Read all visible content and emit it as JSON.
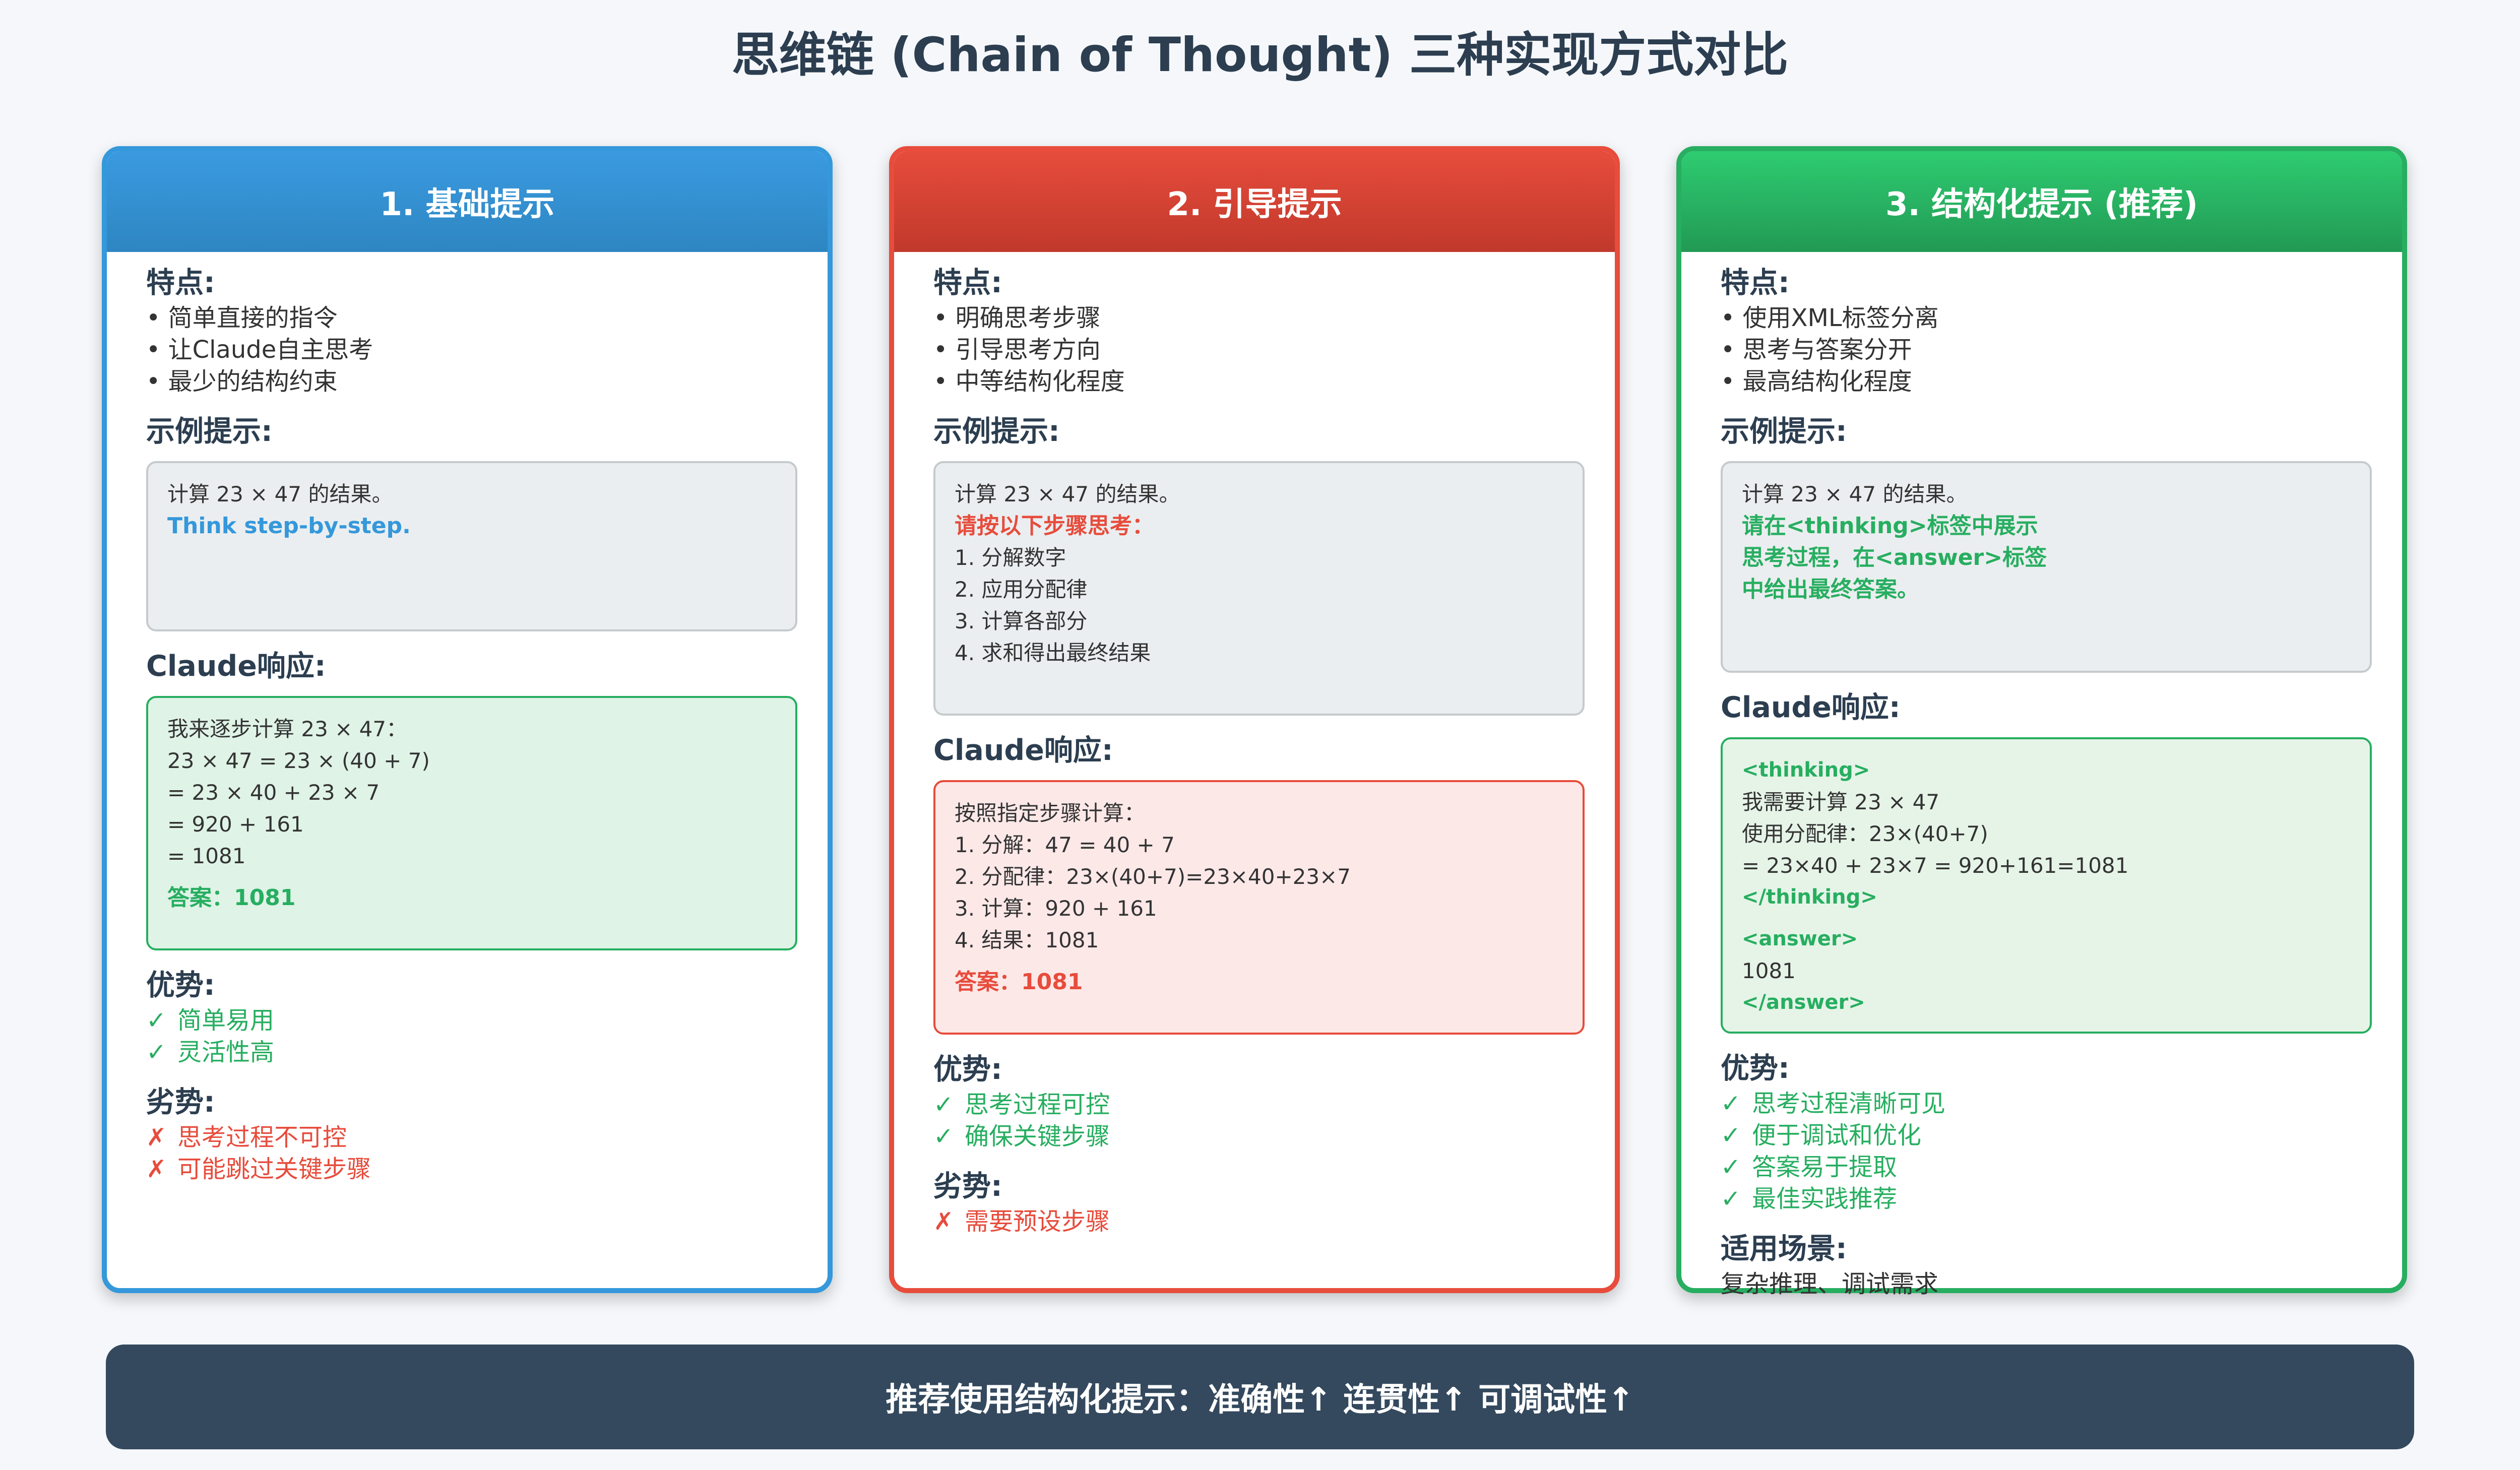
{
  "title": "思维链 (Chain of Thought) 三种实现方式对比",
  "colors": {
    "blue": "#3498db",
    "red": "#e74c3c",
    "green": "#27ae60",
    "dark": "#34495e",
    "green_bg": "#e0f5e9",
    "red_bg": "#fde8e8"
  },
  "labels": {
    "features": "特点:",
    "example": "示例提示:",
    "response": "Claude响应:",
    "pros": "优势:",
    "cons": "劣势:",
    "scenarios": "适用场景:",
    "check": "✓",
    "cross": "✗"
  },
  "card1": {
    "header": "1. 基础提示",
    "features": [
      "• 简单直接的指令",
      "• 让Claude自主思考",
      "• 最少的结构约束"
    ],
    "example_line": "计算 23 × 47 的结果。",
    "example_hl": "Think step-by-step.",
    "response_lines": [
      "我来逐步计算 23 × 47：",
      "23 × 47 = 23 × (40 + 7)",
      "= 23 × 40 + 23 × 7",
      "= 920 + 161",
      "= 1081"
    ],
    "answer": "答案：1081",
    "pros": [
      "简单易用",
      "灵活性高"
    ],
    "cons": [
      "思考过程不可控",
      "可能跳过关键步骤"
    ]
  },
  "card2": {
    "header": "2. 引导提示",
    "features": [
      "• 明确思考步骤",
      "• 引导思考方向",
      "• 中等结构化程度"
    ],
    "example_line": "计算 23 × 47 的结果。",
    "example_hl": "请按以下步骤思考：",
    "example_steps": [
      "1. 分解数字",
      "2. 应用分配律",
      "3. 计算各部分",
      "4. 求和得出最终结果"
    ],
    "response_lines": [
      "按照指定步骤计算：",
      "1. 分解：47 = 40 + 7",
      "2. 分配律：23×(40+7)=23×40+23×7",
      "3. 计算：920 + 161",
      "4. 结果：1081"
    ],
    "answer": "答案：1081",
    "pros": [
      "思考过程可控",
      "确保关键步骤"
    ],
    "cons": [
      "需要预设步骤"
    ]
  },
  "card3": {
    "header": "3. 结构化提示 (推荐)",
    "features": [
      "• 使用XML标签分离",
      "• 思考与答案分开",
      "• 最高结构化程度"
    ],
    "example_line": "计算 23 × 47 的结果。",
    "example_hl": [
      "请在<thinking>标签中展示",
      "思考过程，在<answer>标签",
      "中给出最终答案。"
    ],
    "thinking_open": "<thinking>",
    "thinking_lines": [
      "我需要计算 23 × 47",
      "使用分配律：23×(40+7)",
      "= 23×40 + 23×7 = 920+161=1081"
    ],
    "thinking_close": "</thinking>",
    "answer_open": "<answer>",
    "answer_value": "1081",
    "answer_close": "</answer>",
    "pros": [
      "思考过程清晰可见",
      "便于调试和优化",
      "答案易于提取",
      "最佳实践推荐"
    ],
    "scenarios": "复杂推理、调试需求"
  },
  "summary": "推荐使用结构化提示：准确性↑ 连贯性↑ 可调试性↑"
}
